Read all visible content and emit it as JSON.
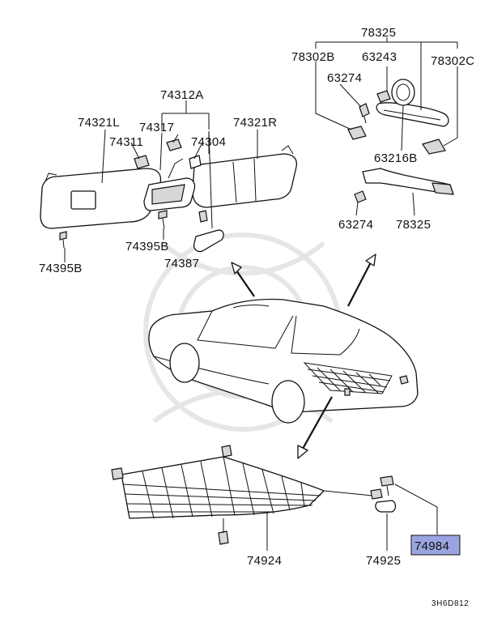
{
  "diagram": {
    "sheet_code": "3H6D812",
    "highlight_color": "#9aa5e0",
    "highlighted_part": "74984",
    "labels": {
      "p78325_top": "78325",
      "p78302B": "78302B",
      "p63243": "63243",
      "p78302C": "78302C",
      "p63274_top": "63274",
      "p63216B": "63216B",
      "p63274_bottom": "63274",
      "p78325_bottom": "78325",
      "p74312A": "74312A",
      "p74321L": "74321L",
      "p74317": "74317",
      "p74321R": "74321R",
      "p74311": "74311",
      "p74304": "74304",
      "p74395B_mid": "74395B",
      "p74387": "74387",
      "p74395B_left": "74395B",
      "p74924": "74924",
      "p74925": "74925",
      "p74984": "74984"
    }
  }
}
